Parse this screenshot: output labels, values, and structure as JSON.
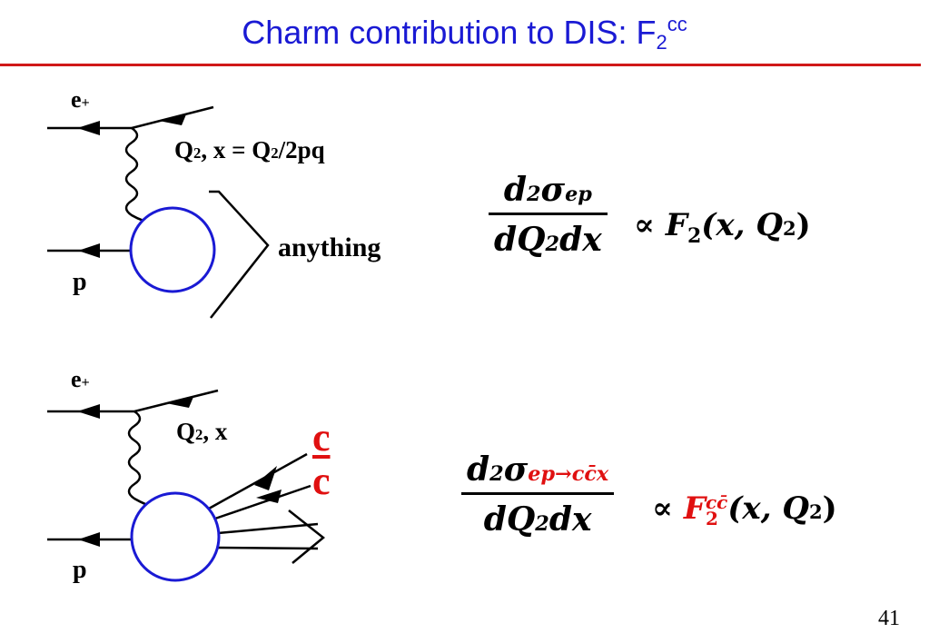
{
  "title": {
    "text": "Charm contribution to DIS: F",
    "subscript": "2",
    "superscript": "cc"
  },
  "diagram_inclusive": {
    "positron": "e",
    "positron_charge": "+",
    "proton": "p",
    "kinematics_q": "Q",
    "kinematics_q_exp": "2",
    "kinematics_x": ",  x = Q",
    "kinematics_x_exp": "2",
    "kinematics_x_tail": "/2pq",
    "final_state": "anything"
  },
  "diagram_charm": {
    "positron": "e",
    "positron_charge": "+",
    "proton": "p",
    "kinematics_q": "Q",
    "kinematics_q_exp": "2",
    "kinematics_x": ", x",
    "quark": "c",
    "antiquark": "c"
  },
  "formula_inclusive": {
    "num_d": "d",
    "num_exp": "2",
    "num_sigma": "σ",
    "num_sup": "ep",
    "den_dq": "dQ",
    "den_exp": "2",
    "den_dx": "dx",
    "proportional": "∝",
    "rhs_f": "F",
    "rhs_sub": "2",
    "rhs_args": "(x, Q",
    "rhs_exp": "2",
    "rhs_close": ")"
  },
  "formula_charm": {
    "num_d": "d",
    "num_exp": "2",
    "num_sigma": "σ",
    "num_sup": "ep→cc̄x",
    "den_dq": "dQ",
    "den_exp": "2",
    "den_dx": "dx",
    "proportional": "∝",
    "rhs_f": "F",
    "rhs_sup": "cc̄",
    "rhs_sub": "2",
    "rhs_args": "(x, Q",
    "rhs_exp": "2",
    "rhs_close": ")"
  },
  "page_number": "41",
  "colors": {
    "title": "#1a1ad4",
    "rule": "#d01818",
    "blob": "#1a1ad4",
    "charm": "#e01010"
  }
}
